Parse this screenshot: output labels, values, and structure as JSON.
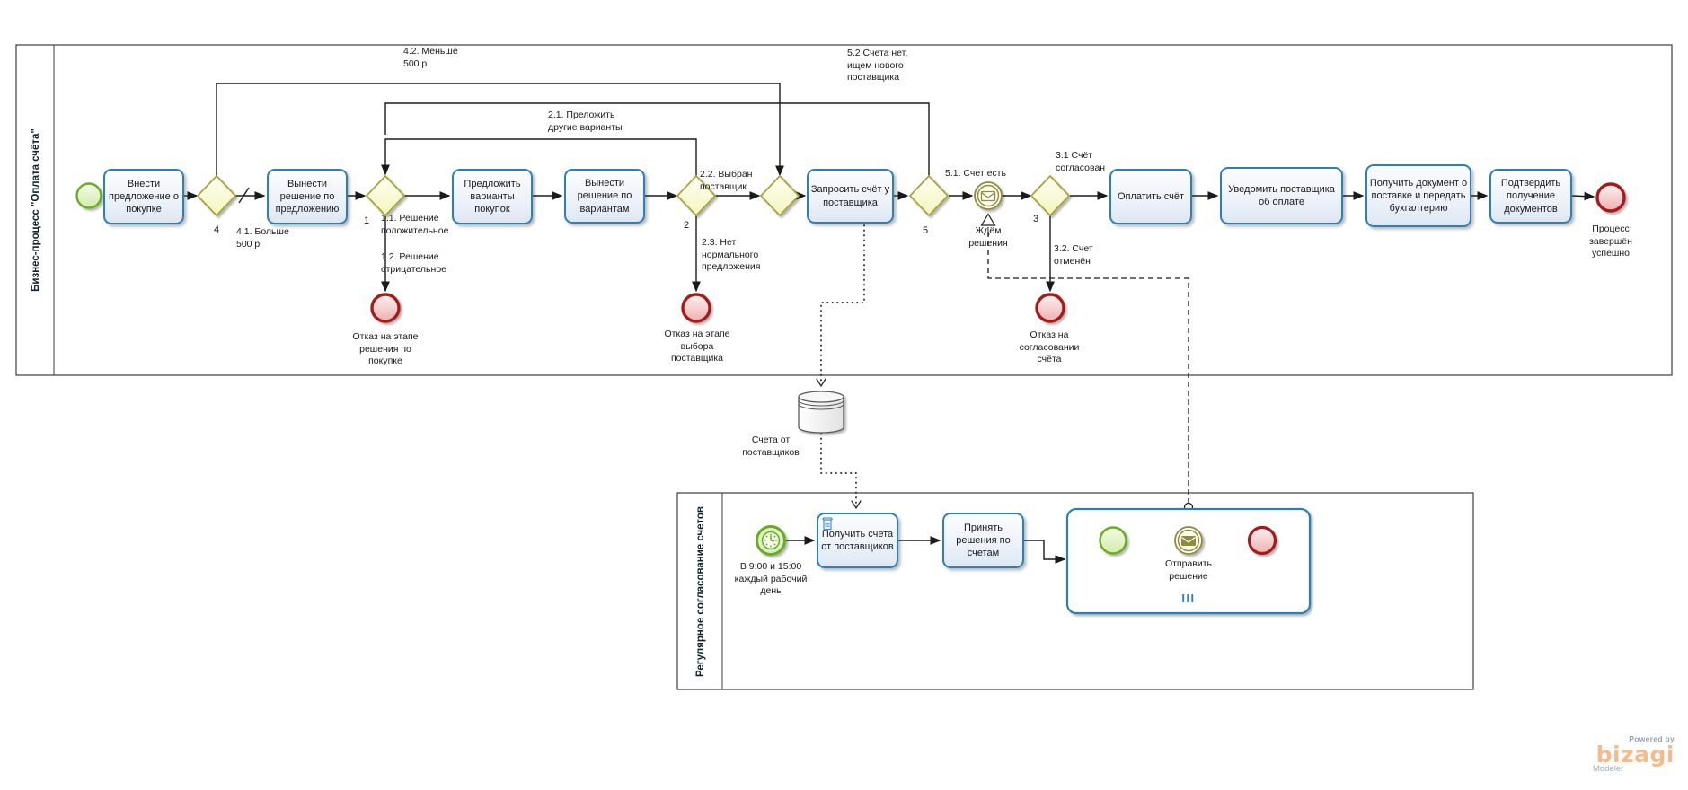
{
  "pools": {
    "p1_title": "Бизнес-процесс \"Оплата счёта\"",
    "p2_title": "Регулярное согласование счетов"
  },
  "tasks": {
    "t1": "Внести предложение о покупке",
    "t2": "Вынести решение по предложению",
    "t3": "Предложить варианты покупок",
    "t4": "Вынести решение по вариантам",
    "t5": "Запросить счёт у поставщика",
    "t6": "Оплатить счёт",
    "t7": "Уведомить поставщика об оплате",
    "t8": "Получить документ о поставке и передать бухгалтерию",
    "t9": "Подтвердить получение документов",
    "t10": "Получить счета от поставщиков",
    "t11": "Принять решения  по счетам"
  },
  "gateways": {
    "g4": "4",
    "g1": "1",
    "g2": "2",
    "g5": "5",
    "g3": "3"
  },
  "flow_labels": {
    "f41": "4.1. Больше 500 р",
    "f42": "4.2. Меньше 500 р",
    "f11": "1.1. Решение положительное",
    "f12": "1.2. Решение отрицательное",
    "f21": "2.1. Преложить другие варианты",
    "f22": "2.2. Выбран поставщик",
    "f23": "2.3. Нет нормального предложения",
    "f51": "5.1. Счет есть",
    "f52": "5.2 Счета нет, ищем нового поставщика",
    "f31": "3.1 Счёт согласован",
    "f32": "3.2.  Счет отменён"
  },
  "events": {
    "end_purchase": "Отказ на этапе решения по покупке",
    "end_vendor": "Отказ на этапе выбора поставщика",
    "end_invoice": "Отказ на согласовании счёта",
    "end_success": "Процесс завершён успешно",
    "wait_decision": "Ждём решения",
    "timer": "В 9:00 и 15:00 каждый рабочий день",
    "send_decision": "Отправить решение",
    "multi_instance_marker": "III"
  },
  "data_store": {
    "label": "Счета от поставщиков"
  },
  "branding": {
    "powered_by": "Powered by",
    "brand": "bizagi",
    "product": "Modeler"
  },
  "colors": {
    "task_border": "#2c7fb8",
    "gateway_stroke": "#a6a23a",
    "start_stroke": "#6aab24",
    "end_stroke": "#a31f1f",
    "message_stroke": "#8f8a3d",
    "brand_orange": "#f6bb8d"
  }
}
